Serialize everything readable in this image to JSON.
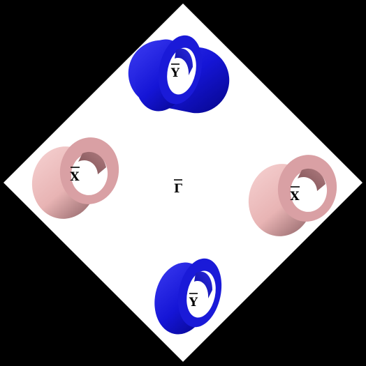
{
  "figure": {
    "background_color": "#000000",
    "zone_color": "#ffffff",
    "center_point": {
      "label": "Γ"
    },
    "pockets": [
      {
        "name": "pocket-y-top",
        "label": "Y",
        "color_base": "#1515d6",
        "color_dark": "#06068a",
        "color_light": "#3a3af0"
      },
      {
        "name": "pocket-x-left",
        "label": "X",
        "color_base": "#e8b4b4",
        "color_dark": "#8a5e62",
        "color_light": "#f6d2d2"
      },
      {
        "name": "pocket-x-right",
        "label": "X",
        "color_base": "#e8b4b4",
        "color_dark": "#8a5e62",
        "color_light": "#f6d2d2"
      },
      {
        "name": "pocket-y-bottom",
        "label": "Y",
        "color_base": "#1515d6",
        "color_dark": "#06068a",
        "color_light": "#3a3af0"
      }
    ]
  }
}
